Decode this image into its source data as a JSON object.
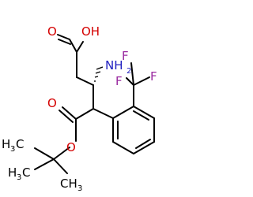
{
  "colors": {
    "bond": "#000000",
    "oxygen": "#d40000",
    "nitrogen": "#2020c0",
    "fluorine": "#9a2aa0",
    "carbon": "#000000"
  },
  "labels": {
    "oxygen_carbonyl_top": "O",
    "oh": "OH",
    "nh": "NH",
    "nh_sub": "2",
    "f1": "F",
    "f2": "F",
    "f3": "F",
    "oxygen_carbonyl_bottom": "O",
    "oxygen_ester": "O",
    "h3c_top": "H",
    "h3c_top_sub": "3",
    "h3c_top_c": "C",
    "h3c_bottom": "H",
    "h3c_bottom_sub": "3",
    "h3c_bottom_c": "C",
    "ch3": "CH",
    "ch3_sub": "3"
  }
}
